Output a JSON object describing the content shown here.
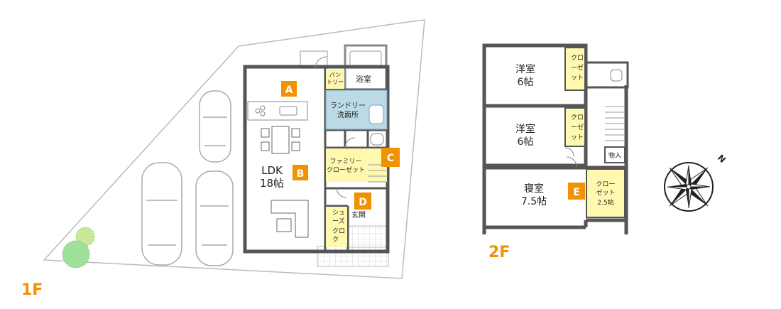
{
  "floor_labels": {
    "first": "1F",
    "second": "2F"
  },
  "colors": {
    "accent_orange": "#f39200",
    "closet_yellow": "#fff9b0",
    "laundry_blue": "#bcd9e6",
    "wall": "#555555",
    "tree_green": "#a8d86a"
  },
  "markers": {
    "a": "A",
    "b": "B",
    "c": "C",
    "d": "D",
    "e": "E"
  },
  "first_floor": {
    "ldk_name": "LDK",
    "ldk_size": "18帖",
    "bathroom": "浴室",
    "laundry_l1": "ランドリー",
    "laundry_l2": "洗面所",
    "pantry_l1": "パン",
    "pantry_l2": "トリー",
    "family_closet_l1": "ファミリー",
    "family_closet_l2": "クローゼット",
    "entrance": "玄関",
    "shoes_closet_cols": [
      "シュ",
      "ーズ",
      "クロ",
      "ク"
    ]
  },
  "second_floor": {
    "room1_name": "洋室",
    "room1_size": "6帖",
    "room2_name": "洋室",
    "room2_size": "6帖",
    "bedroom_name": "寝室",
    "bedroom_size": "7.5帖",
    "closet_cols": [
      "クロ",
      "ーゼ",
      "ット"
    ],
    "storage": "物入",
    "wic_l1": "クロー",
    "wic_l2": "ゼット",
    "wic_l3": "2.5帖"
  },
  "compass_icon": "compass-rose-icon",
  "compass_letter": "N"
}
